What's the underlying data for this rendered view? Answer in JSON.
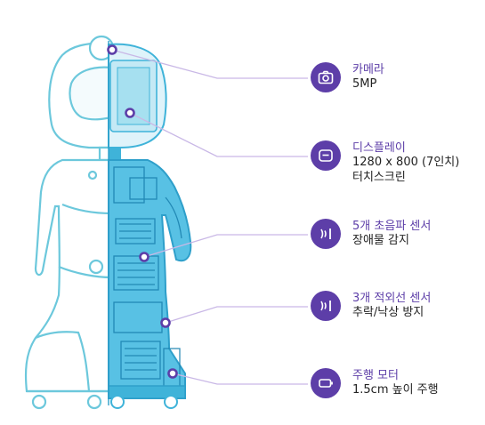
{
  "features": [
    {
      "title": "카메라",
      "lines": [
        "5MP"
      ],
      "icon": "camera-icon"
    },
    {
      "title": "디스플레이",
      "lines": [
        "1280 x 800 (7인치)",
        "터치스크린"
      ],
      "icon": "display-icon"
    },
    {
      "title": "5개 초음파 센서",
      "lines": [
        "장애물 감지"
      ],
      "icon": "ultrasonic-sensor-icon"
    },
    {
      "title": "3개 적외선 센서",
      "lines": [
        "추락/낙상 방지"
      ],
      "icon": "infrared-sensor-icon"
    },
    {
      "title": "주행 모터",
      "lines": [
        "1.5cm 높이 주행"
      ],
      "icon": "drive-motor-icon"
    }
  ],
  "colors": {
    "accent": "#5d3ea8",
    "outline": "#6cc8dc",
    "cutaway": "#3fb3d9",
    "cutaway_light": "#a6e0f0",
    "leader_line": "#c9b8e6"
  }
}
